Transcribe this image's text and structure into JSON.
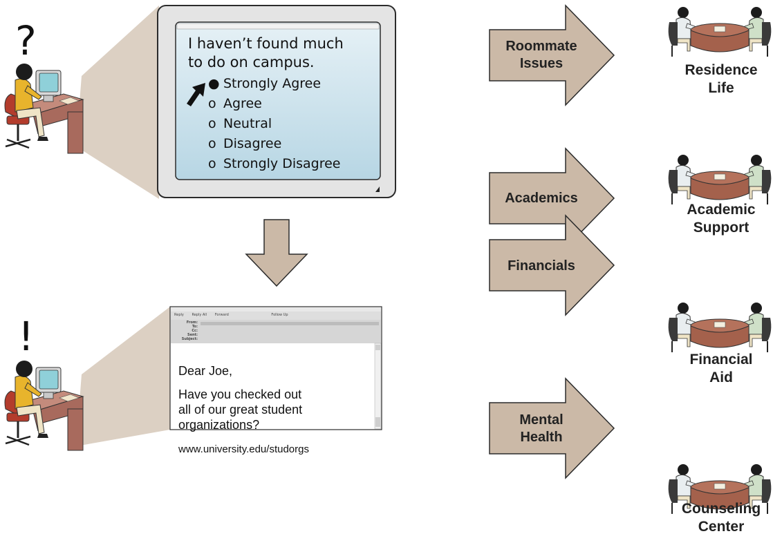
{
  "survey": {
    "status_mark": "?",
    "question_lines": [
      "I haven’t found much",
      "to do on campus."
    ],
    "options": [
      "Strongly Agree",
      "Agree",
      "Neutral",
      "Disagree",
      "Strongly Disagree"
    ],
    "selected_option": "Strongly Agree",
    "selected_bullet": "●",
    "unselected_bullet": "o"
  },
  "email": {
    "status_mark": "!",
    "toolbar": [
      "Reply",
      "Reply All",
      "Forward",
      "Follow Up"
    ],
    "header_fields": [
      "From:",
      "To:",
      "Cc:",
      "Sent:",
      "Subject:"
    ],
    "greeting": "Dear Joe,",
    "body_lines": [
      "Have you checked out",
      "all of our great student",
      "organizations?"
    ],
    "url": "www.university.edu/studorgs"
  },
  "routes": [
    {
      "issue_lines": [
        "Roommate",
        "Issues"
      ],
      "office_lines": [
        "Residence",
        "Life"
      ]
    },
    {
      "issue_lines": [
        "Academics"
      ],
      "office_lines": [
        "Academic",
        "Support"
      ]
    },
    {
      "issue_lines": [
        "Financials"
      ],
      "office_lines": [
        "Financial",
        "Aid"
      ]
    },
    {
      "issue_lines": [
        "Mental",
        "Health"
      ],
      "office_lines": [
        "Counseling",
        "Center"
      ]
    }
  ],
  "colors": {
    "arrow_fill": "#cbb9a7",
    "arrow_stroke": "#2b2b2b",
    "screen_bg": "#cfe4ee",
    "monitor_frame": "#e4e4e4",
    "perspective_beam": "#d6c8b8",
    "table_top": "#b5725c",
    "desk_side": "#a86a5d",
    "student_shirt": "#e8b42c",
    "chair": "#b33c2c"
  }
}
